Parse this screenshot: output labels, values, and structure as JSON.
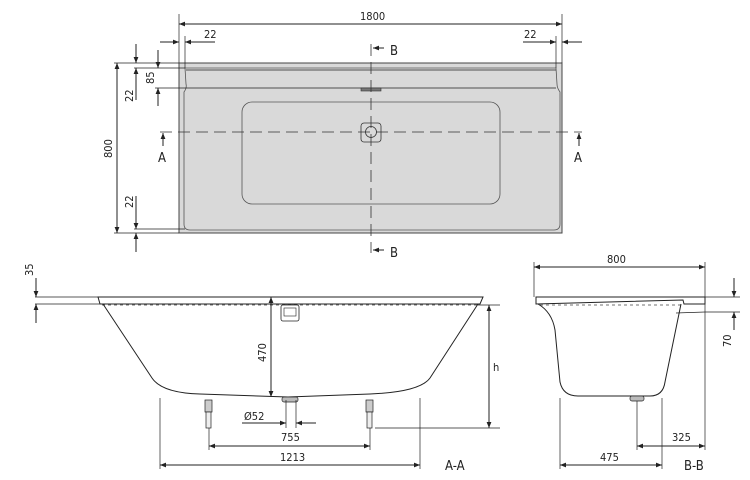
{
  "top_view": {
    "width_dim": "1800",
    "depth_dim": "800",
    "left_rim_dim": "22",
    "right_rim_dim": "22",
    "back_rim_dim": "22",
    "front_rim_dim": "22",
    "shelf_dim": "85",
    "section_a_marker": "A",
    "section_b_marker": "B"
  },
  "section_aa": {
    "label": "A-A",
    "rim_thickness_dim": "35",
    "inner_depth_dim": "470",
    "height_dim": "h",
    "drain_dim": "Ø52",
    "leg_spacing_dim": "755",
    "base_length_dim": "1213"
  },
  "section_bb": {
    "label": "B-B",
    "width_dim": "800",
    "step_dim": "70",
    "drain_offset_dim": "325",
    "base_width_dim": "475"
  },
  "colors": {
    "tub_fill": "#d9d9d9",
    "line": "#222222"
  }
}
